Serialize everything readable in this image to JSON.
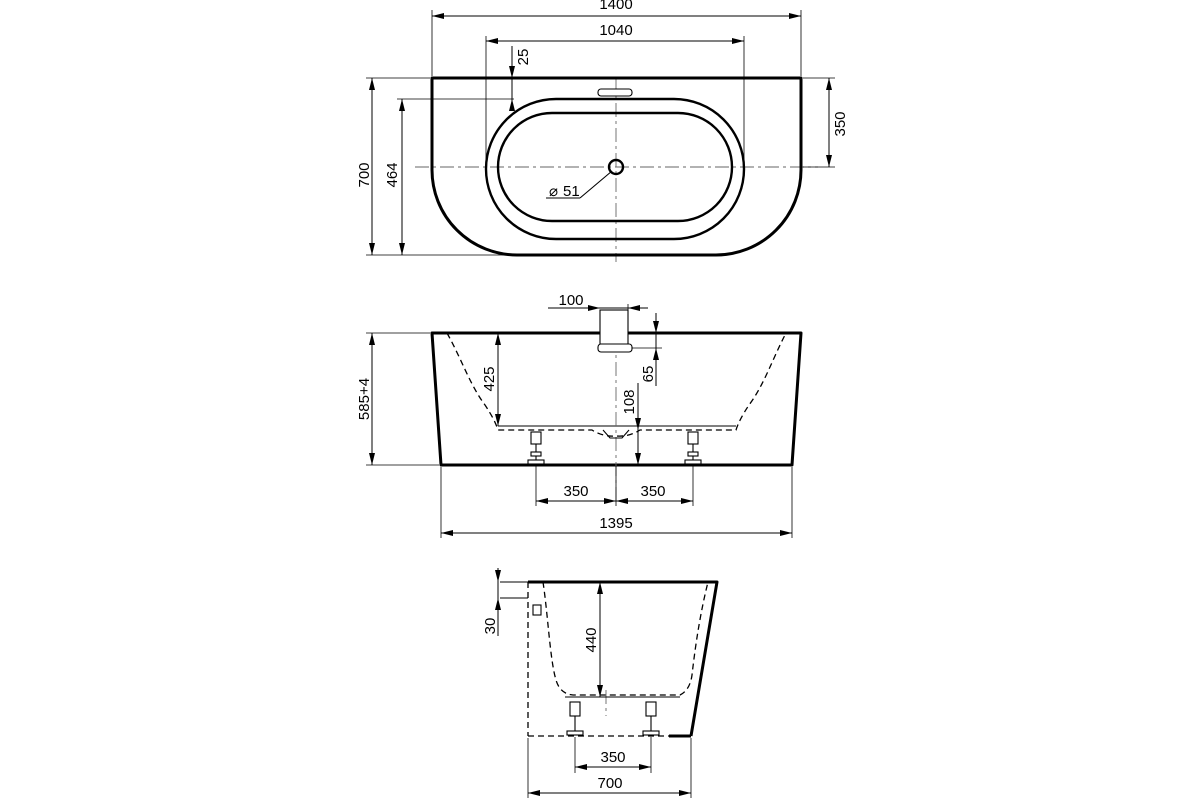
{
  "drawing": {
    "top_view": {
      "overall_length": "1400",
      "inner_length": "1040",
      "rim_offset": "25",
      "depth_total": "700",
      "inner_depth": "464",
      "back_depth": "350",
      "drain_diameter": "51",
      "diameter_symbol": "⌀"
    },
    "front_view": {
      "overflow_width": "100",
      "overflow_drop": "65",
      "inner_depth": "425",
      "total_height": "585+4",
      "drain_height": "108",
      "foot_spacing_left": "350",
      "foot_spacing_right": "350",
      "base_length": "1395"
    },
    "side_view": {
      "rim_thickness": "30",
      "inner_depth": "440",
      "foot_spacing": "350",
      "width": "700"
    }
  }
}
